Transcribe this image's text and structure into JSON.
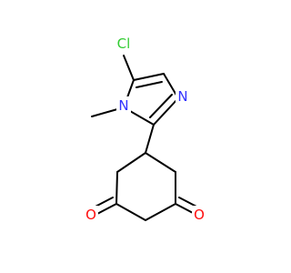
{
  "molecule": {
    "atoms": {
      "cl": {
        "text": "Cl",
        "color": "#33CC33"
      },
      "n1": {
        "text": "N",
        "color": "#3333FF"
      },
      "n3": {
        "text": "N",
        "color": "#3333FF"
      },
      "o1": {
        "text": "O",
        "color": "#FF0D0D"
      },
      "o2": {
        "text": "O",
        "color": "#FF0D0D"
      }
    },
    "bond_color": "#000000"
  }
}
